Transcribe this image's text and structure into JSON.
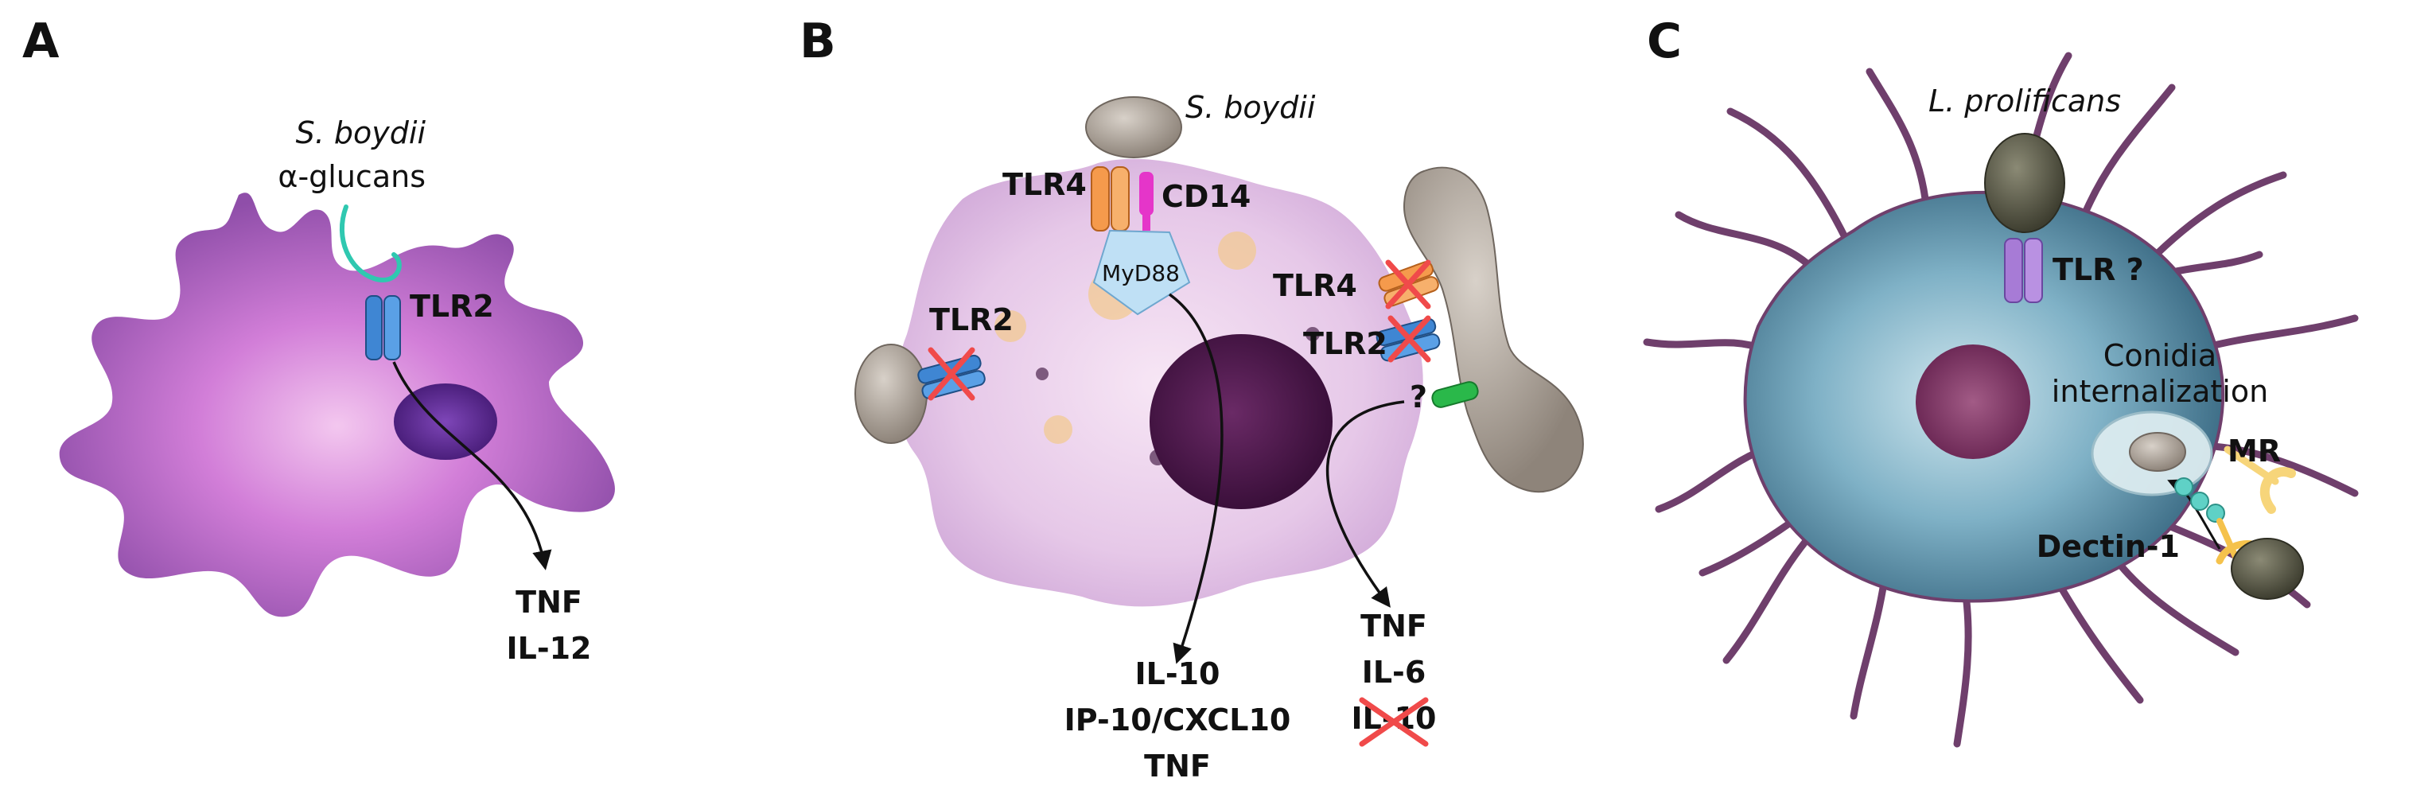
{
  "panels": {
    "A": {
      "letter": "A",
      "fungus": "S. boydii",
      "ligand": "α-glucans",
      "receptor": "TLR2",
      "outputs": [
        "TNF",
        "IL-12"
      ]
    },
    "B": {
      "letter": "B",
      "fungus": "S. boydii",
      "tlr4_top": "TLR4",
      "cd14": "CD14",
      "myd88": "MyD88",
      "tlr2_left": "TLR2",
      "tlr4_right": "TLR4",
      "tlr2_right": "TLR2",
      "unknown": "?",
      "outputs_left": [
        "IL-10",
        "IP-10/CXCL10",
        "TNF"
      ],
      "outputs_right": [
        "TNF",
        "IL-6",
        "IL-10"
      ]
    },
    "C": {
      "letter": "C",
      "fungus": "L. prolificans",
      "receptor": "TLR ?",
      "internalization_line1": "Conidia",
      "internalization_line2": "internalization",
      "mr": "MR",
      "dectin": "Dectin-1"
    }
  },
  "colors": {
    "cellA": "#c46ad0",
    "cellB": "#ead1ec",
    "cellC": "#8fb6c6",
    "tlr2": "#3f86d3",
    "tlr4": "#f59a4c",
    "cd14": "#e535c9",
    "myd88": "#bfe0f5",
    "cross": "#f04a4a",
    "fungus": "#a79d93"
  }
}
